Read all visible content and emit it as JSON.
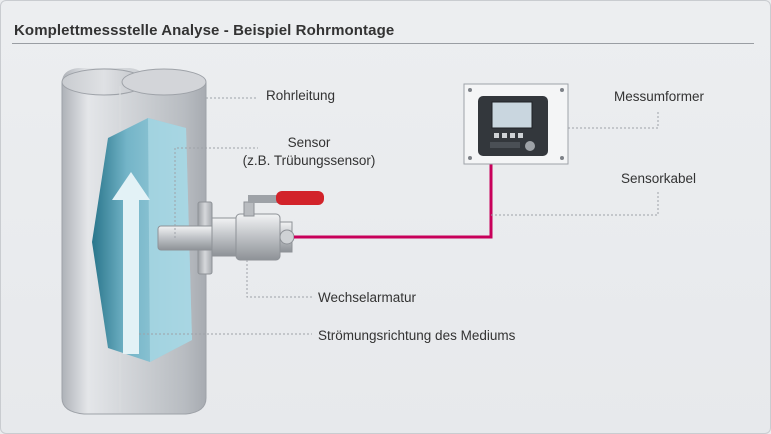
{
  "title": "Komplettmessstelle Analyse - Beispiel Rohrmontage",
  "labels": {
    "pipe": "Rohrleitung",
    "sensor_line1": "Sensor",
    "sensor_line2": "(z.B. Trübungssensor)",
    "transmitter": "Messumformer",
    "cable": "Sensorkabel",
    "fitting": "Wechselarmatur",
    "flow": "Strömungsrichtung des Mediums"
  },
  "colors": {
    "background": "#ebedef",
    "pipe": "#c6c9ce",
    "medium": "#8fc7d6",
    "flow_arrow": "#dceff4",
    "cable": "#c8005a",
    "valve_handle": "#d2232a"
  }
}
